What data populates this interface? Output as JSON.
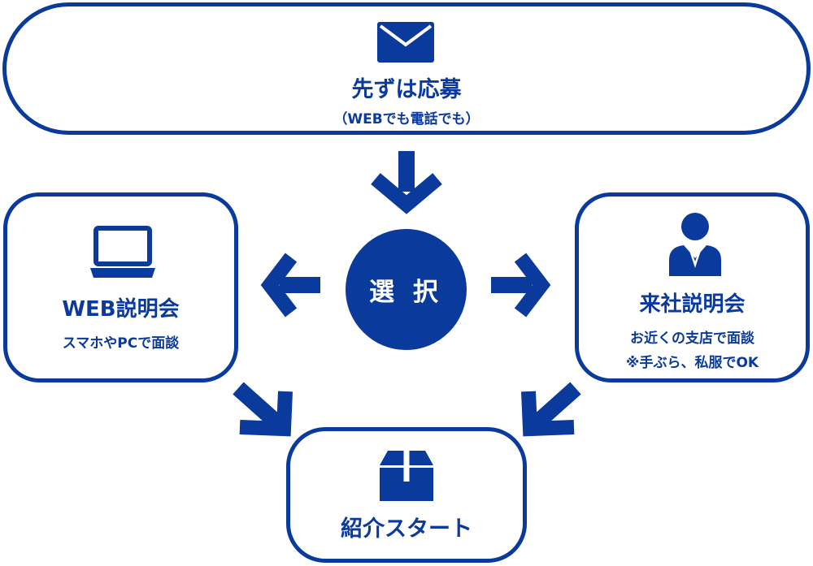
{
  "colors": {
    "primary": "#0a3a9b",
    "background": "#ffffff"
  },
  "top": {
    "icon": "envelope-icon",
    "title": "先ずは応募",
    "subtitle": "（WEBでも電話でも）"
  },
  "select": {
    "label": "選 択"
  },
  "web": {
    "icon": "laptop-icon",
    "title": "WEB説明会",
    "subtitle": "スマホやPCで面談"
  },
  "branch": {
    "icon": "person-icon",
    "title": "来社説明会",
    "line1": "お近くの支店で面談",
    "line2": "※手ぶら、私服でOK"
  },
  "start": {
    "icon": "box-icon",
    "title": "紹介スタート"
  },
  "arrows": [
    "arrow-down-icon",
    "arrow-left-icon",
    "arrow-right-icon",
    "arrow-down-right-icon",
    "arrow-down-left-icon"
  ]
}
